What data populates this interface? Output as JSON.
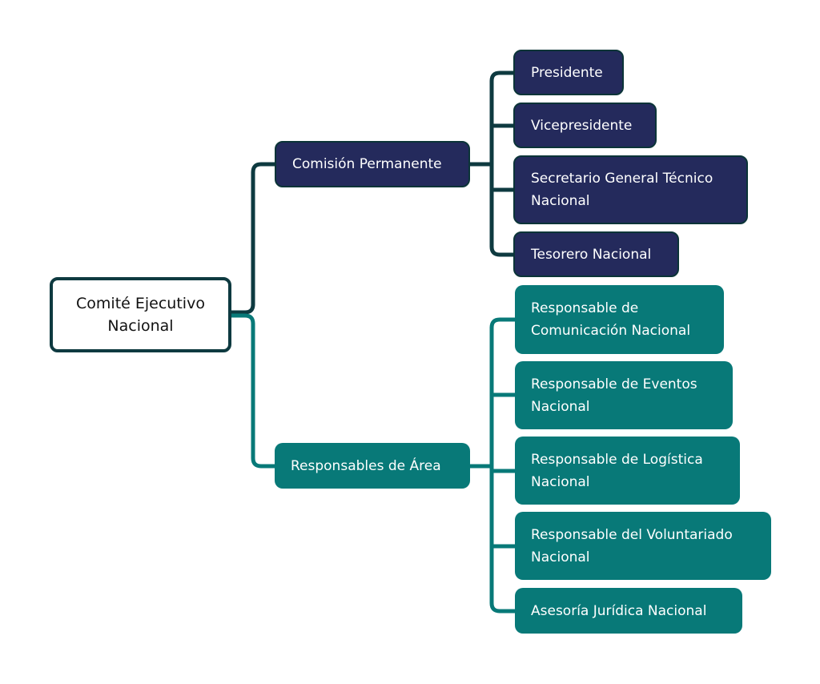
{
  "root": {
    "label": "Comité Ejecutivo Nacional"
  },
  "branches": [
    {
      "label": "Comisión Permanente",
      "color": "#242a5c",
      "connector_color": "#0e3a40",
      "children": [
        "Presidente",
        "Vicepresidente",
        "Secretario General Técnico Nacional",
        "Tesorero Nacional"
      ]
    },
    {
      "label": "Responsables de Área",
      "color": "#087978",
      "connector_color": "#087978",
      "children": [
        "Responsable de Comunicación Nacional",
        "Responsable de Eventos Nacional",
        "Responsable de Logística Nacional",
        "Responsable del Voluntariado Nacional",
        "Asesoría Jurídica Nacional"
      ]
    }
  ]
}
